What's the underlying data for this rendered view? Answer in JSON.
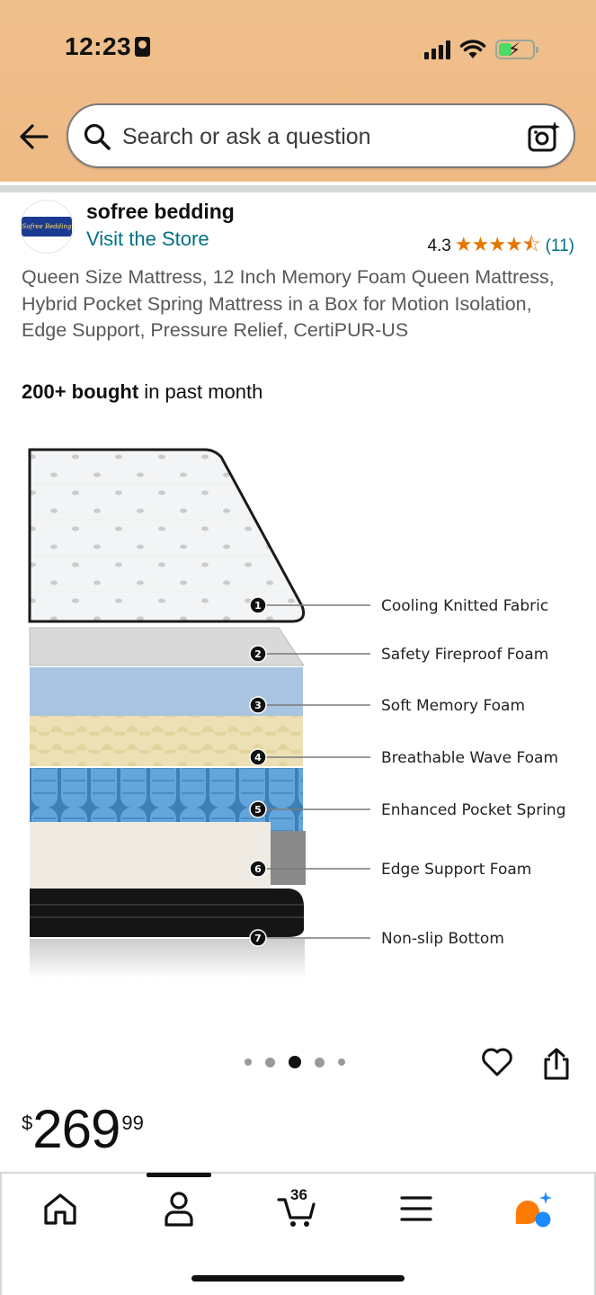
{
  "status_bar": {
    "time": "12:23"
  },
  "search": {
    "placeholder": "Search or ask a question"
  },
  "brand": {
    "name": "sofree bedding",
    "logo_text": "Sofree Bedding",
    "store_link": "Visit the Store",
    "rating_value": "4.3",
    "stars": "★★★★⯪",
    "review_count": "(11)"
  },
  "product": {
    "title": "Queen Size Mattress, 12 Inch Memory Foam Queen Mattress, Hybrid Pocket Spring Mattress in a Box for Motion Isolation, Edge Support, Pressure Relief, CertiPUR-US",
    "bought_count": "200+ bought",
    "bought_suffix": " in past month"
  },
  "image_layers": [
    {
      "num": "1",
      "label": "Cooling Knitted Fabric",
      "color": "#f2f2f2"
    },
    {
      "num": "2",
      "label": "Safety Fireproof Foam",
      "color": "#dadada"
    },
    {
      "num": "3",
      "label": "Soft Memory Foam",
      "color": "#a9c4e0"
    },
    {
      "num": "4",
      "label": "Breathable Wave Foam",
      "color": "#ece0b4"
    },
    {
      "num": "5",
      "label": "Enhanced Pocket Spring",
      "color": "#5b9fd6"
    },
    {
      "num": "6",
      "label": "Edge Support Foam",
      "color": "#efebe2"
    },
    {
      "num": "7",
      "label": "Non-slip Bottom",
      "color": "#151515"
    }
  ],
  "carousel": {
    "total": 5,
    "active_index": 2
  },
  "price": {
    "symbol": "$",
    "whole": "269",
    "fraction": "99"
  },
  "bottom_nav": {
    "items": [
      "home-icon",
      "account-icon",
      "cart-icon",
      "menu-icon",
      "rufus-icon"
    ],
    "active": "account-icon",
    "cart_count": "36"
  },
  "colors": {
    "header_bg": "#efbc88",
    "link": "#007185",
    "star": "#e77600",
    "ai_orange": "#ff7a00",
    "ai_blue": "#1a8cff"
  }
}
